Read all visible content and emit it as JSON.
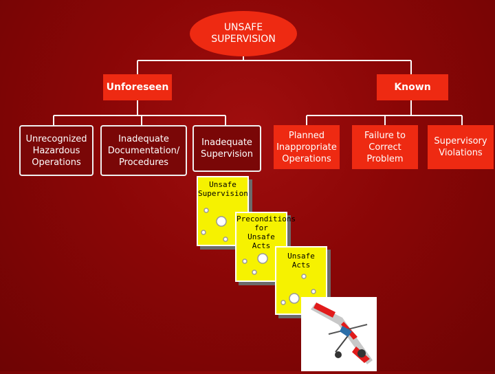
{
  "root": {
    "label": "UNSAFE\nSUPERVISION"
  },
  "categories": [
    {
      "label": "Unforeseen"
    },
    {
      "label": "Known"
    }
  ],
  "leaves": [
    {
      "label": "Unrecognized\nHazardous\nOperations"
    },
    {
      "label": "Inadequate\nDocumentation/\nProcedures"
    },
    {
      "label": "Inadequate\nSupervision"
    },
    {
      "label": "Planned\nInappropriate\nOperations"
    },
    {
      "label": "Failure to\nCorrect\nProblem"
    },
    {
      "label": "Supervisory\nViolations"
    }
  ],
  "stack": [
    {
      "label": "Unsafe\nSupervision"
    },
    {
      "label": "Preconditions\nfor\nUnsafe Acts"
    },
    {
      "label": "Unsafe\nActs"
    }
  ],
  "colors": {
    "background": "#8a0606",
    "node_fill": "#ee2a12",
    "leaf_fill": "#7a0707",
    "card_fill": "#f6f200",
    "lines": "#ffffff"
  },
  "icons": [
    "cheese-slice-hole-icon",
    "airplane-crash-photo"
  ]
}
